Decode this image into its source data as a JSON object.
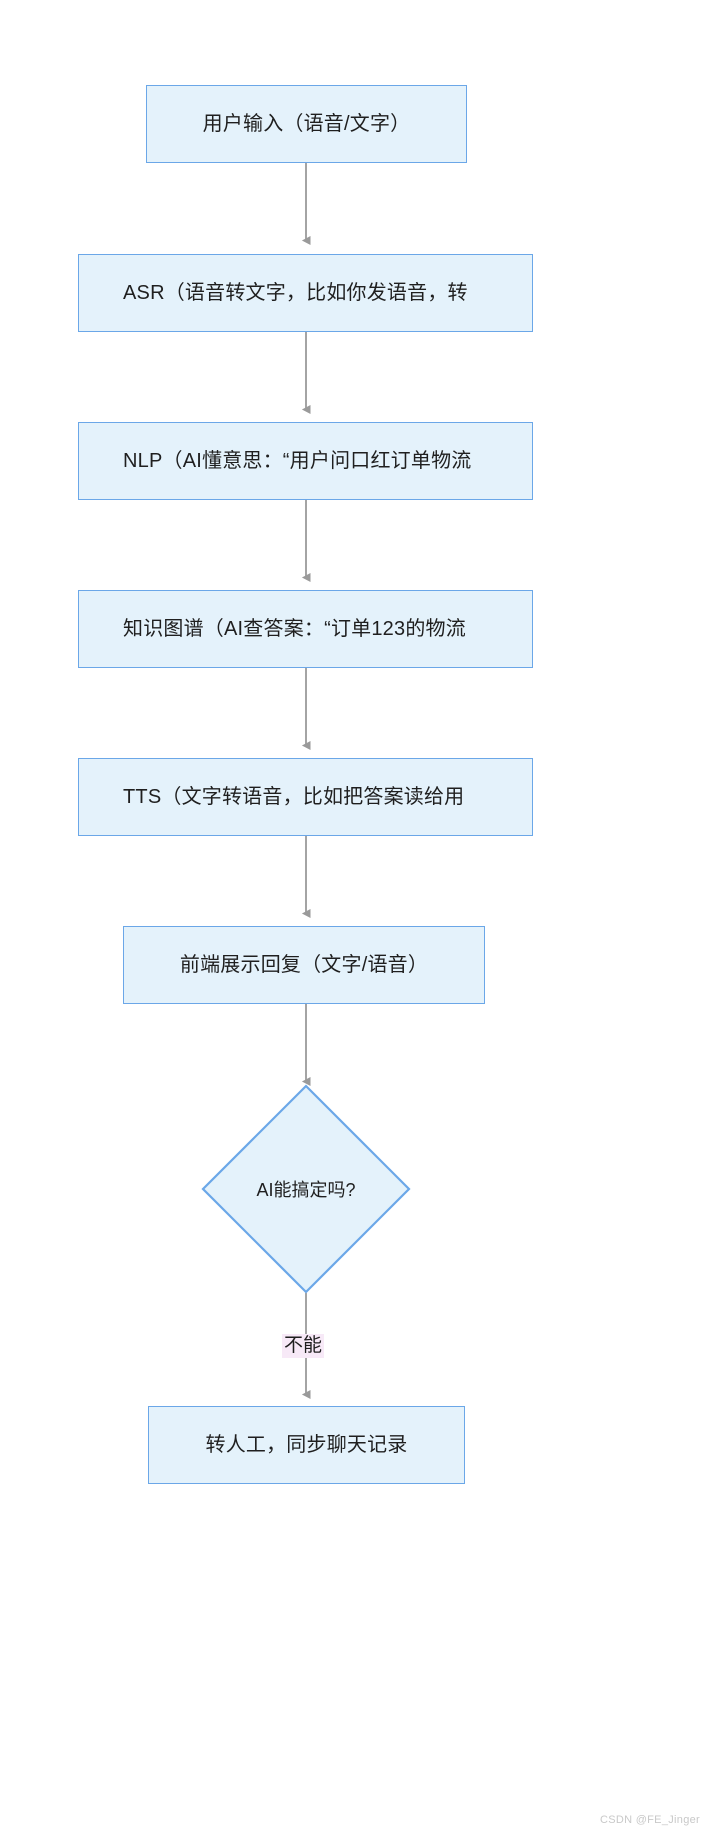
{
  "diagram": {
    "type": "flowchart",
    "direction": "top-to-bottom",
    "colors": {
      "node_fill": "#e4f2fb",
      "node_border": "#6ba7e8",
      "arrow": "#999999",
      "edge_label_bg": "#f7e9f7",
      "text": "#1f1f1f",
      "watermark": "#c9c9c9"
    },
    "nodes": [
      {
        "id": "input",
        "shape": "rect",
        "label": "用户输入（语音/文字）"
      },
      {
        "id": "asr",
        "shape": "rect",
        "label": "ASR（语音转文字，比如你发语音，转"
      },
      {
        "id": "nlp",
        "shape": "rect",
        "label": "NLP（AI懂意思：“用户问口红订单物流"
      },
      {
        "id": "kg",
        "shape": "rect",
        "label": "知识图谱（AI查答案：“订单123的物流"
      },
      {
        "id": "tts",
        "shape": "rect",
        "label": "TTS（文字转语音，比如把答案读给用"
      },
      {
        "id": "frontend",
        "shape": "rect",
        "label": "前端展示回复（文字/语音）"
      },
      {
        "id": "decision",
        "shape": "diamond",
        "label": "AI能搞定吗?"
      },
      {
        "id": "handoff",
        "shape": "rect",
        "label": "转人工，同步聊天记录"
      }
    ],
    "edges": [
      {
        "from": "input",
        "to": "asr",
        "label": ""
      },
      {
        "from": "asr",
        "to": "nlp",
        "label": ""
      },
      {
        "from": "nlp",
        "to": "kg",
        "label": ""
      },
      {
        "from": "kg",
        "to": "tts",
        "label": ""
      },
      {
        "from": "tts",
        "to": "frontend",
        "label": ""
      },
      {
        "from": "frontend",
        "to": "decision",
        "label": ""
      },
      {
        "from": "decision",
        "to": "handoff",
        "label": "不能"
      }
    ]
  },
  "watermark": {
    "text": "CSDN @FE_Jinger"
  }
}
